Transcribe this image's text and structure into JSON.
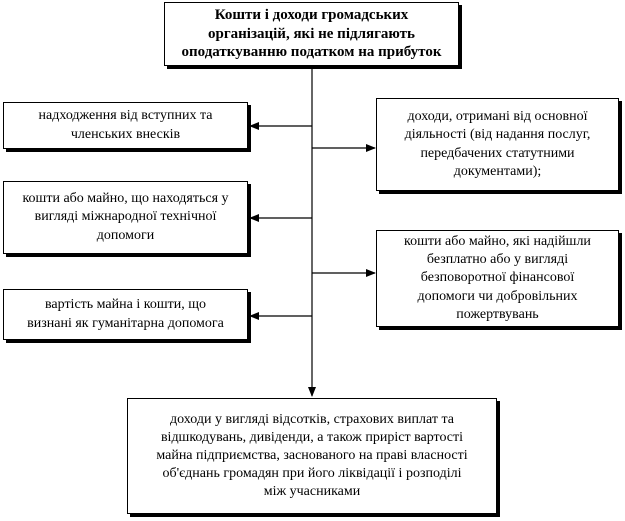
{
  "diagram": {
    "title": "Кошти і доходи громадських\nорганізацій, які не підлягають\nоподаткуванню податком на прибуток",
    "left_items": [
      "надходження від вступних та\nчленських внесків",
      "кошти або майно, що находяться у\nвигляді міжнародної технічної\nдопомоги",
      "вартість майна і кошти, що\nвизнані як гуманітарна допомога"
    ],
    "right_items": [
      "доходи, отримані від основної\nдіяльності (від надання послуг,\nпередбачених статутними\nдокументами);",
      "кошти або майно, які надійшли\nбезплатно або у вигляді\nбезповоротної фінансової\nдопомоги чи добровільних\nпожертвувань"
    ],
    "bottom_item": "доходи у вигляді відсотків, страхових виплат та\nвідшкодувань, дивіденди, а також приріст вартості\nмайна підприємства, заснованого на праві власності\nоб'єднань громадян при його ліквідації і розподілі\nміж учасниками"
  }
}
